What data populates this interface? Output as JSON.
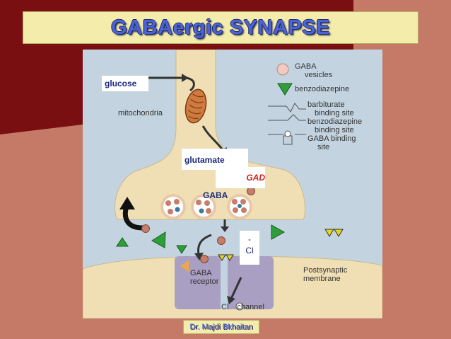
{
  "title": "GABAergic SYNAPSE",
  "footer": "Dr. Majdi Bkhaitan",
  "labels": {
    "glucose": "glucose",
    "mitochondria": "mitochondria",
    "glutamate": "glutamate",
    "gad": "GAD",
    "gaba": "GABA",
    "cl_minus": "-",
    "cl": "Cl",
    "gaba_receptor_1": "GABA",
    "gaba_receptor_2": "receptor",
    "postsynaptic_1": "Postsynaptic",
    "postsynaptic_2": "membrane",
    "channel_prefix": "Cl",
    "channel": "channel"
  },
  "legend": [
    {
      "line1": "GABA",
      "line2": "vesicles"
    },
    {
      "line1": "benzodiazepine",
      "line2": ""
    },
    {
      "line1": "barbiturate",
      "line2": "binding site"
    },
    {
      "line1": "benzodiazepine",
      "line2": "binding site"
    },
    {
      "line1": "GABA binding",
      "line2": "site"
    }
  ],
  "colors": {
    "background": "#c47a66",
    "dark_corner": "#7a0f12",
    "title_bar": "#f3ecaa",
    "title_text": "#4b63d6",
    "neuron": "#f0dfb4",
    "cleft": "#c3d4e0",
    "receptor": "#a89fc3",
    "gaba_molecule": "#c77d6a",
    "benzodiazepine": "#2f9e3a",
    "barbiturate": "#e5d61a",
    "mitochondrion": "#cf7a3e"
  }
}
